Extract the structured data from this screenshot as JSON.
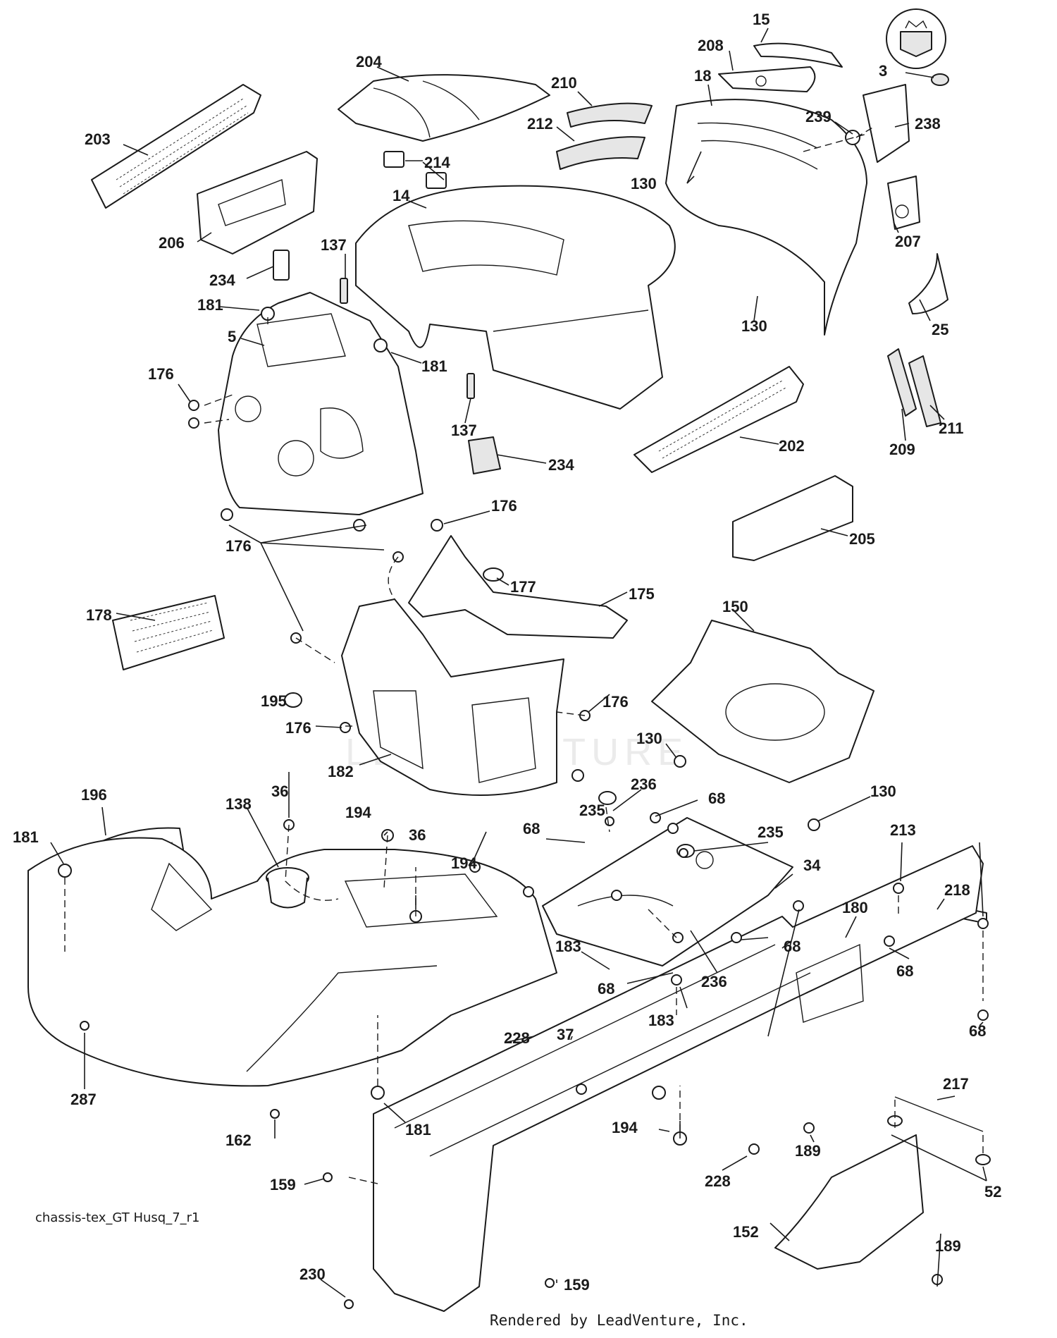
{
  "diagram": {
    "drawing_id": "chassis-tex_GT Husq_7_r1",
    "credit": "Rendered by LeadVenture, Inc.",
    "watermark": "LEADVENTURE",
    "brand_icon": "husqvarna-crown-emblem-icon",
    "callouts": [
      {
        "id": "c15",
        "label": "15"
      },
      {
        "id": "c3",
        "label": "3"
      },
      {
        "id": "c204",
        "label": "204"
      },
      {
        "id": "c208",
        "label": "208"
      },
      {
        "id": "c18",
        "label": "18"
      },
      {
        "id": "c210",
        "label": "210"
      },
      {
        "id": "c239",
        "label": "239"
      },
      {
        "id": "c238",
        "label": "238"
      },
      {
        "id": "c203",
        "label": "203"
      },
      {
        "id": "c212",
        "label": "212"
      },
      {
        "id": "c214",
        "label": "214"
      },
      {
        "id": "c130a",
        "label": "130"
      },
      {
        "id": "c14",
        "label": "14"
      },
      {
        "id": "c206",
        "label": "206"
      },
      {
        "id": "c207",
        "label": "207"
      },
      {
        "id": "c137a",
        "label": "137"
      },
      {
        "id": "c234a",
        "label": "234"
      },
      {
        "id": "c181a",
        "label": "181"
      },
      {
        "id": "c130b",
        "label": "130"
      },
      {
        "id": "c25",
        "label": "25"
      },
      {
        "id": "c5",
        "label": "5"
      },
      {
        "id": "c181b",
        "label": "181"
      },
      {
        "id": "c176a",
        "label": "176"
      },
      {
        "id": "c137b",
        "label": "137"
      },
      {
        "id": "c209",
        "label": "209"
      },
      {
        "id": "c211",
        "label": "211"
      },
      {
        "id": "c202",
        "label": "202"
      },
      {
        "id": "c234b",
        "label": "234"
      },
      {
        "id": "c176b",
        "label": "176"
      },
      {
        "id": "c205",
        "label": "205"
      },
      {
        "id": "c176c",
        "label": "176"
      },
      {
        "id": "c177",
        "label": "177"
      },
      {
        "id": "c175",
        "label": "175"
      },
      {
        "id": "c178",
        "label": "178"
      },
      {
        "id": "c150",
        "label": "150"
      },
      {
        "id": "c195",
        "label": "195"
      },
      {
        "id": "c176d",
        "label": "176"
      },
      {
        "id": "c176e",
        "label": "176"
      },
      {
        "id": "c130c",
        "label": "130"
      },
      {
        "id": "c182",
        "label": "182"
      },
      {
        "id": "c196",
        "label": "196"
      },
      {
        "id": "c36a",
        "label": "36"
      },
      {
        "id": "c138",
        "label": "138"
      },
      {
        "id": "c236a",
        "label": "236"
      },
      {
        "id": "c68a",
        "label": "68"
      },
      {
        "id": "c130d",
        "label": "130"
      },
      {
        "id": "c194a",
        "label": "194"
      },
      {
        "id": "c235a",
        "label": "235"
      },
      {
        "id": "c181c",
        "label": "181"
      },
      {
        "id": "c36b",
        "label": "36"
      },
      {
        "id": "c213",
        "label": "213"
      },
      {
        "id": "c68b",
        "label": "68"
      },
      {
        "id": "c235b",
        "label": "235"
      },
      {
        "id": "c194b",
        "label": "194"
      },
      {
        "id": "c34",
        "label": "34"
      },
      {
        "id": "c218",
        "label": "218"
      },
      {
        "id": "c180",
        "label": "180"
      },
      {
        "id": "c183a",
        "label": "183"
      },
      {
        "id": "c68c",
        "label": "68"
      },
      {
        "id": "c68d",
        "label": "68"
      },
      {
        "id": "c236b",
        "label": "236"
      },
      {
        "id": "c68e",
        "label": "68"
      },
      {
        "id": "c183b",
        "label": "183"
      },
      {
        "id": "c68f",
        "label": "68"
      },
      {
        "id": "c37",
        "label": "37"
      },
      {
        "id": "c228a",
        "label": "228"
      },
      {
        "id": "c217",
        "label": "217"
      },
      {
        "id": "c287",
        "label": "287"
      },
      {
        "id": "c181d",
        "label": "181"
      },
      {
        "id": "c194c",
        "label": "194"
      },
      {
        "id": "c162",
        "label": "162"
      },
      {
        "id": "c189a",
        "label": "189"
      },
      {
        "id": "c228b",
        "label": "228"
      },
      {
        "id": "c52",
        "label": "52"
      },
      {
        "id": "c159a",
        "label": "159"
      },
      {
        "id": "c189b",
        "label": "189"
      },
      {
        "id": "c152",
        "label": "152"
      },
      {
        "id": "c230",
        "label": "230"
      },
      {
        "id": "c159b",
        "label": "159"
      }
    ]
  }
}
